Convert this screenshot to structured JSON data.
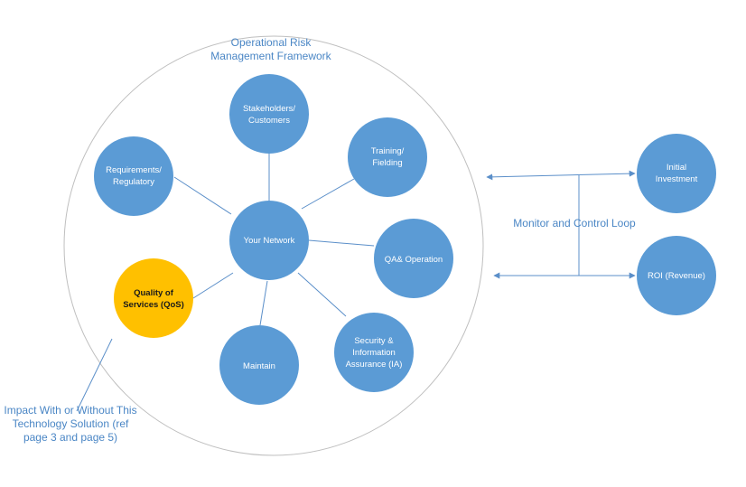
{
  "framework": {
    "title_line1": "Operational Risk",
    "title_line2": "Management Framework"
  },
  "nodes": {
    "stakeholders": {
      "line1": "Stakeholders/",
      "line2": "Customers"
    },
    "training": {
      "line1": "Training/",
      "line2": "Fielding"
    },
    "requirements": {
      "line1": "Requirements/",
      "line2": "Regulatory"
    },
    "network": {
      "line1": "Your Network"
    },
    "qa": {
      "line1": "QA& Operation"
    },
    "qos": {
      "line1": "Quality of",
      "line2": "Services (QoS)"
    },
    "security": {
      "line1": "Security &",
      "line2": "Information",
      "line3": "Assurance (IA)"
    },
    "maintain": {
      "line1": "Maintain"
    },
    "investment": {
      "line1": "Initial",
      "line2": "Investment"
    },
    "roi": {
      "line1": "ROI (Revenue)"
    }
  },
  "loop_label": "Monitor and Control Loop",
  "impact": {
    "line1": "Impact With or Without This",
    "line2": "Technology Solution (ref",
    "line3": "page 3 and page 5)"
  },
  "colors": {
    "node_blue": "#5b9bd5",
    "qos_yellow": "#ffc000",
    "line_blue": "#5b8fc9",
    "frame_gray": "#bfbfbf",
    "text_blue": "#4a86c5"
  }
}
